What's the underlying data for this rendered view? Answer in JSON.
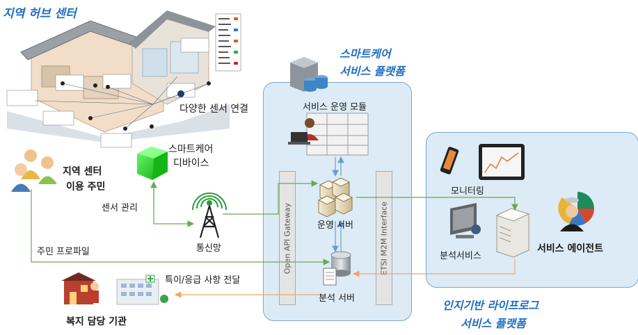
{
  "hub": {
    "title": "지역 허브 센터"
  },
  "sensor_connection": "다양한 센서 연결",
  "smartcare_device": {
    "line1": "스마트케어",
    "line2": "디바이스"
  },
  "residents": {
    "line1": "지역 센터",
    "line2": "이용 주민"
  },
  "sensor_management": "센서 관리",
  "network": "통신망",
  "resident_profile": "주민 프로파일",
  "emergency_delivery": "특이/응급 사항 전달",
  "welfare_agency": "복지 담당 기관",
  "platform": {
    "title_line1": "스마트케어",
    "title_line2": "서비스 플랫폼",
    "ops_module": "서비스 운영 모듈",
    "ops_server": "운영 서버",
    "analysis_server": "분석 서버",
    "api_gateway": "Open API Gateway",
    "m2m_interface": "ETSI M2M Interface"
  },
  "lifelog": {
    "monitoring": "모니터링",
    "analysis_service": "분석서비스",
    "service_agent": "서비스 에이전트",
    "title_line1": "인지기반 라이프로그",
    "title_line2": "서비스 플랫폼"
  },
  "colors": {
    "title_blue": "#1f6fc0",
    "panel_fill": "#dcebf6",
    "panel_border": "#7aa7cc",
    "arrow_green": "#6aa84f",
    "arrow_blue": "#6d9bd1",
    "arrow_orange": "#f0a868",
    "device_green": "#22cc22"
  }
}
